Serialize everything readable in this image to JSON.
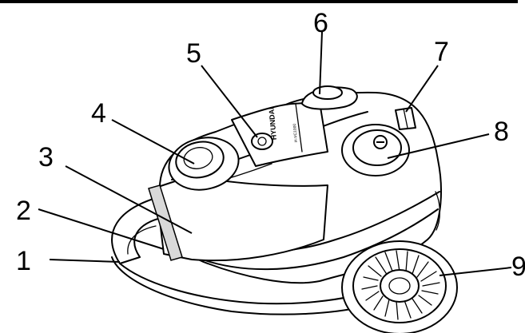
{
  "diagram": {
    "brand_text": "HYUNDAI",
    "model_text": "H-VC1000",
    "callouts": [
      {
        "id": "1",
        "label": "1"
      },
      {
        "id": "2",
        "label": "2"
      },
      {
        "id": "3",
        "label": "3"
      },
      {
        "id": "4",
        "label": "4"
      },
      {
        "id": "5",
        "label": "5"
      },
      {
        "id": "6",
        "label": "6"
      },
      {
        "id": "7",
        "label": "7"
      },
      {
        "id": "8",
        "label": "8"
      },
      {
        "id": "9",
        "label": "9"
      }
    ]
  }
}
